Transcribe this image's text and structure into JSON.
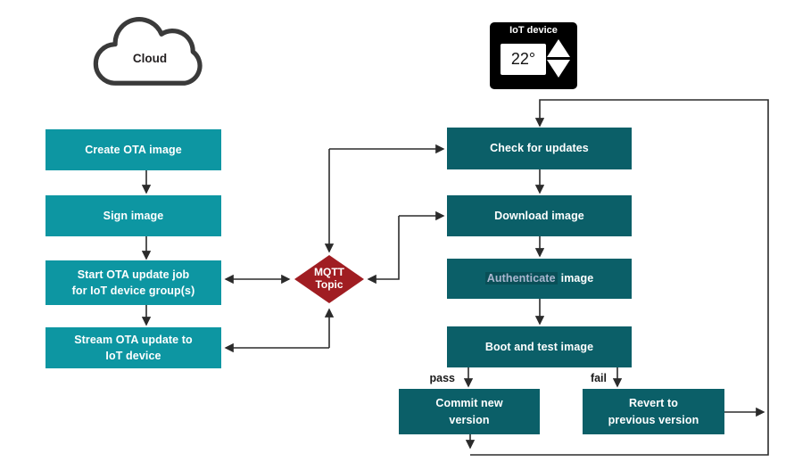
{
  "colors": {
    "left_node": "#0D96A2",
    "right_node": "#0B5F68",
    "mqtt_diamond": "#A01D22",
    "arrow": "#2B2B2B",
    "device_bg": "#000000",
    "authenticate_highlight": "#A9B7CF"
  },
  "cloud": {
    "label": "Cloud"
  },
  "iot_device": {
    "label": "IoT device",
    "temperature": "22°"
  },
  "mqtt": {
    "label": "MQTT\nTopic"
  },
  "cloud_flow": {
    "nodes": [
      {
        "label": "Create OTA image"
      },
      {
        "label": "Sign image"
      },
      {
        "label": "Start OTA update job\nfor IoT device group(s)"
      },
      {
        "label": "Stream OTA update to\nIoT device"
      }
    ]
  },
  "device_flow": {
    "nodes": [
      {
        "label": "Check for updates"
      },
      {
        "label": "Download image"
      },
      {
        "highlight": "Authenticate",
        "rest": "image"
      },
      {
        "label": "Boot and test image"
      },
      {
        "label": "Commit new\nversion"
      },
      {
        "label": "Revert to\nprevious version"
      }
    ]
  },
  "branch_labels": {
    "pass": "pass",
    "fail": "fail"
  }
}
